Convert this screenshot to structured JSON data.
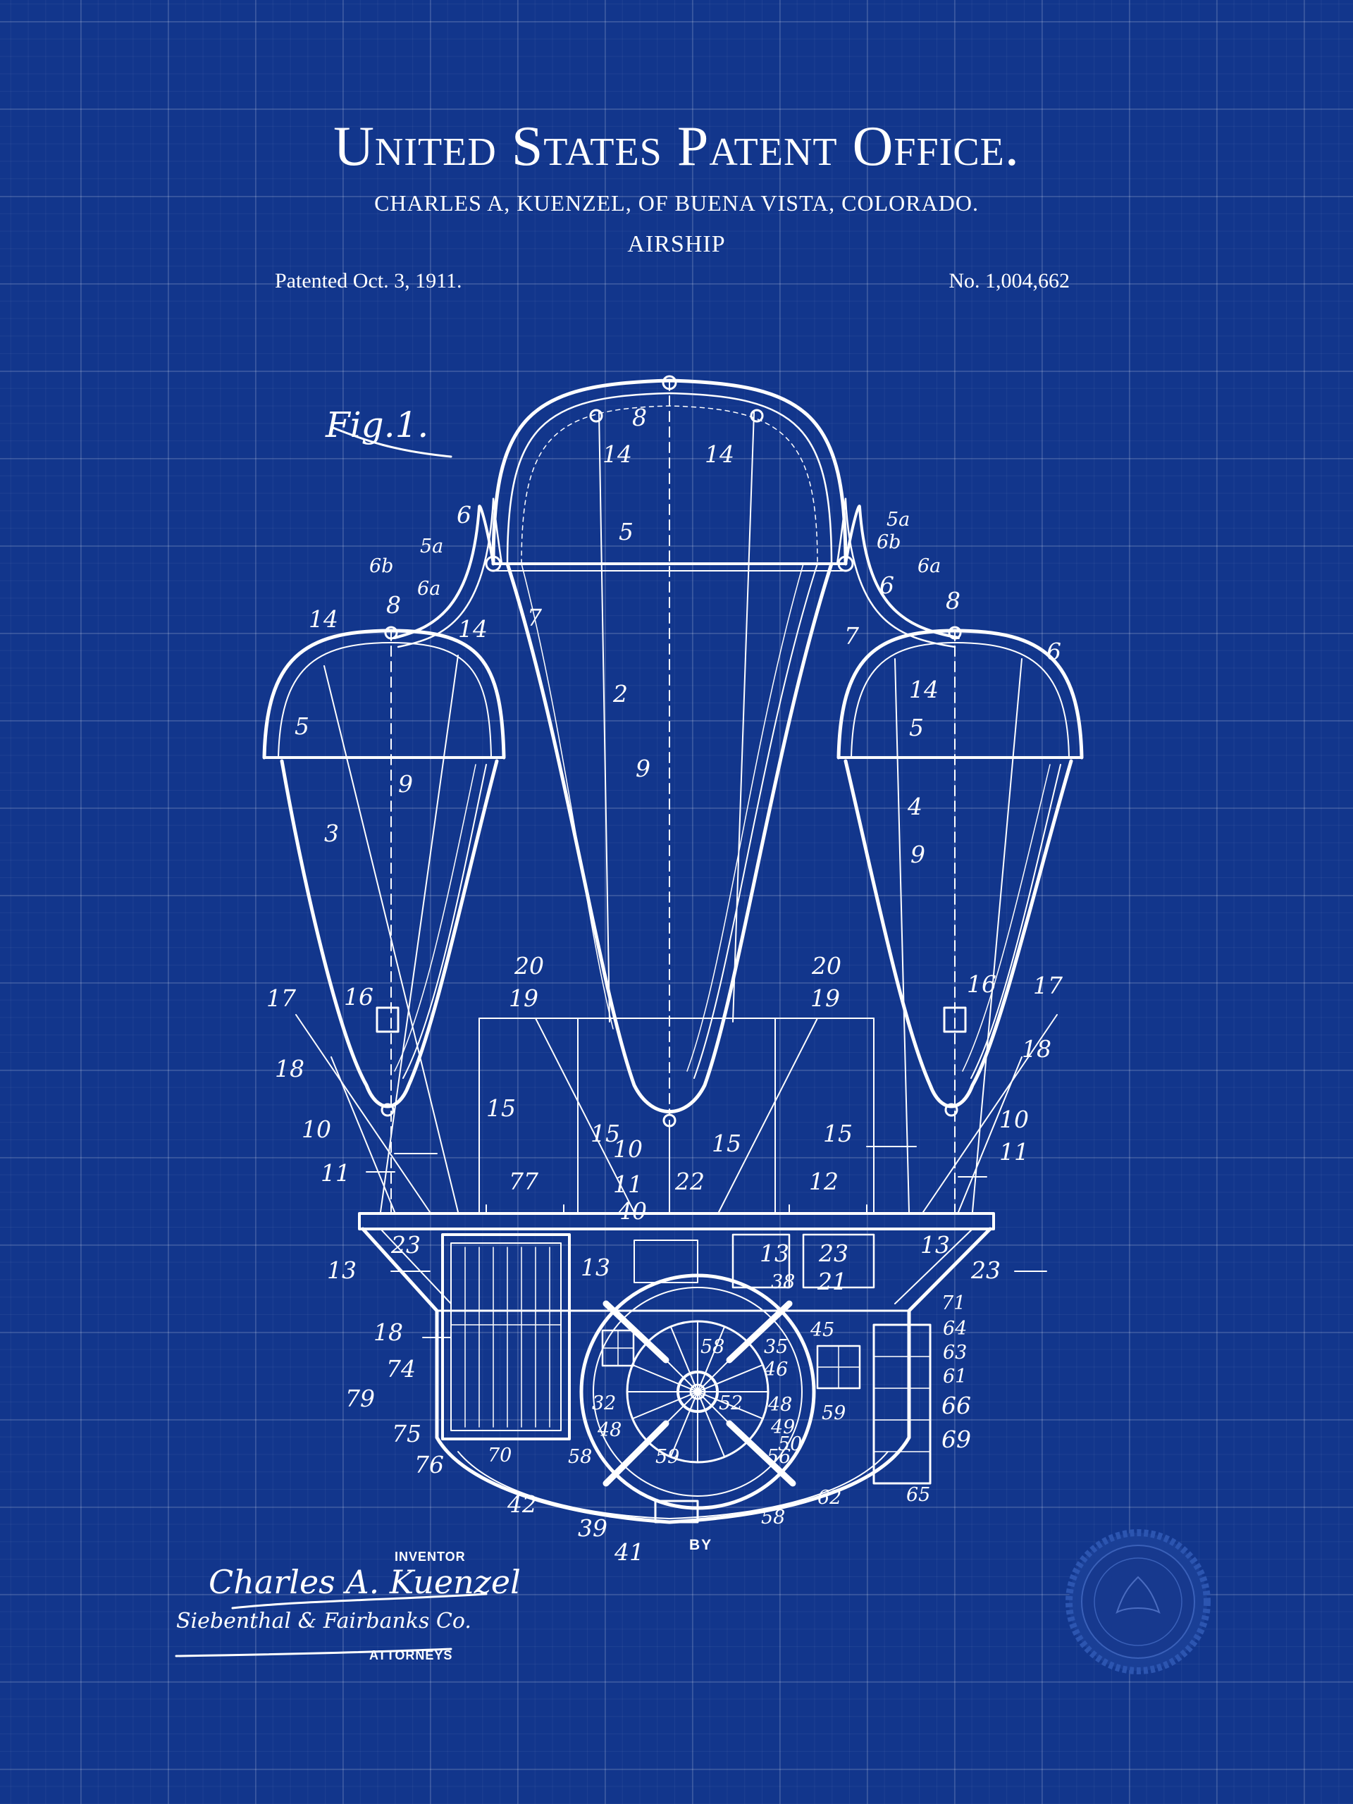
{
  "header": {
    "office_title": "United States Patent Office.",
    "inventor_line": "CHARLES A, KUENZEL, OF BUENA VISTA, COLORADO.",
    "invention_title": "AIRSHIP",
    "patent_date": "Patented Oct. 3, 1911.",
    "patent_number": "No. 1,004,662"
  },
  "drawing": {
    "figure_label": "Fig.1.",
    "by_label": "BY",
    "reference_numerals": {
      "n2": "2",
      "n3": "3",
      "n4": "4",
      "n5": "5",
      "n5a": "5a",
      "n6": "6",
      "n6a": "6a",
      "n6b": "6b",
      "n7": "7",
      "n8": "8",
      "n9": "9",
      "n10": "10",
      "n11": "11",
      "n12": "12",
      "n13": "13",
      "n14": "14",
      "n15": "15",
      "n16": "16",
      "n17": "17",
      "n18": "18",
      "n19": "19",
      "n20": "20",
      "n21": "21",
      "n22": "22",
      "n23": "23",
      "n32": "32",
      "n35": "35",
      "n38": "38",
      "n39": "39",
      "n40": "40",
      "n41": "41",
      "n42": "42",
      "n45": "45",
      "n46": "46",
      "n48": "48",
      "n49": "49",
      "n50": "50",
      "n52": "52",
      "n56": "56",
      "n58": "58",
      "n59": "59",
      "n61": "61",
      "n62": "62",
      "n63": "63",
      "n64": "64",
      "n65": "65",
      "n66": "66",
      "n69": "69",
      "n70": "70",
      "n71": "71",
      "n74": "74",
      "n75": "75",
      "n76": "76",
      "n77": "77",
      "n79": "79"
    }
  },
  "signature_block": {
    "inventor_caption": "INVENTOR",
    "inventor_signature": "Charles A. Kuenzel",
    "attorneys_signature": "Siebenthal & Fairbanks Co.",
    "attorneys_caption": "ATTORNEYS"
  },
  "colors": {
    "background": "#12368c",
    "ink": "#ffffff",
    "grid": "#4a66ad"
  }
}
